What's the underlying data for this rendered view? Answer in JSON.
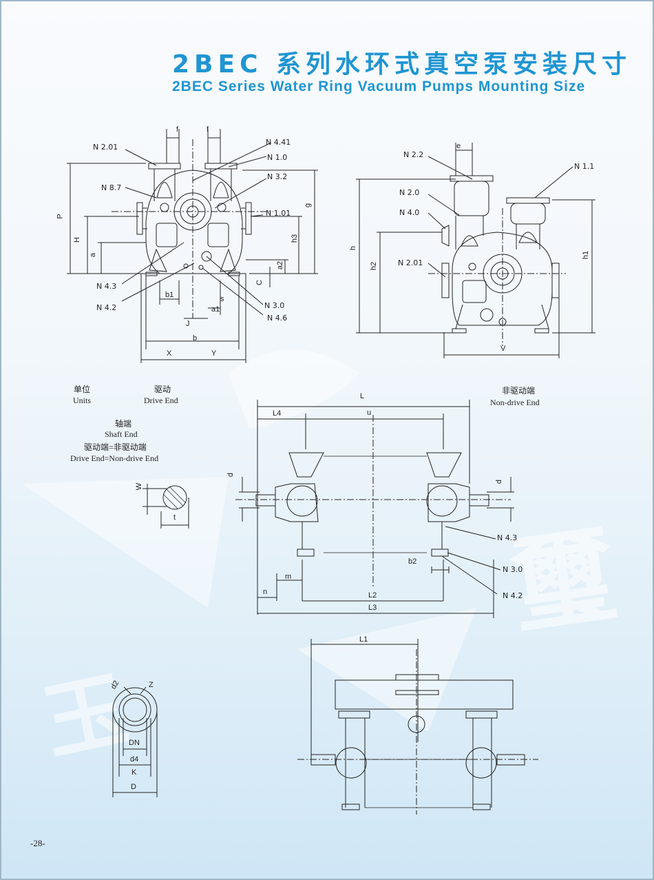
{
  "header": {
    "title_cn": "2BEC   系列水环式真空泵安装尺寸",
    "title_en": "2BEC  Series Water Ring Vacuum Pumps Mounting Size"
  },
  "front_view": {
    "labels": {
      "f1": "f",
      "f2": "f",
      "n201": "N 2.01",
      "n441": "N 4.41",
      "n10": "N 1.0",
      "n87": "N 8.7",
      "n32": "N 3.2",
      "n101": "N 1.01",
      "n43": "N 4.3",
      "n42": "N 4.2",
      "n30": "N 3.0",
      "n46": "N 4.6",
      "P": "P",
      "H": "H",
      "a": "a",
      "g": "g",
      "h3": "h3",
      "a2": "a2",
      "C": "C",
      "b1": "b1",
      "s": "s",
      "a1": "a1",
      "J": "J",
      "b": "b",
      "X": "X",
      "Y": "Y"
    }
  },
  "side_view": {
    "labels": {
      "e": "e",
      "n22": "N 2.2",
      "n11": "N 1.1",
      "n20": "N 2.0",
      "n40": "N 4.0",
      "n201": "N 2.01",
      "h": "h",
      "h2": "h2",
      "h1": "h1",
      "V": "V"
    }
  },
  "legend": {
    "units_cn": "单位",
    "units_en": "Units",
    "drive_cn": "驱动",
    "drive_en": "Drive End",
    "nondrive_cn": "非驱动端",
    "nondrive_en": "Non-drive End",
    "shaft_cn": "轴端",
    "shaft_en": "Shaft End",
    "eq_cn": "驱动端=非驱动端",
    "eq_en": "Drive End=Non-drive End"
  },
  "key_detail": {
    "W": "W",
    "t": "t"
  },
  "top_view": {
    "labels": {
      "L": "L",
      "L4": "L4",
      "u": "u",
      "d_left": "d",
      "d_right": "d",
      "n43": "N 4.3",
      "n30": "N 3.0",
      "n42": "N 4.2",
      "b2": "b2",
      "m": "m",
      "n": "n",
      "L2": "L2",
      "L3": "L3"
    }
  },
  "flange_detail": {
    "d2": "d2",
    "Z": "Z",
    "DN": "DN",
    "d4": "d4",
    "K": "K",
    "D": "D"
  },
  "bottom_view": {
    "L1": "L1"
  },
  "footer": {
    "page_number": "-28-"
  },
  "watermark": {
    "char1": "玉",
    "char2": "璽"
  },
  "colors": {
    "title": "#1f95d3",
    "line": "#222222",
    "background_bottom": "#cfe6f6"
  }
}
